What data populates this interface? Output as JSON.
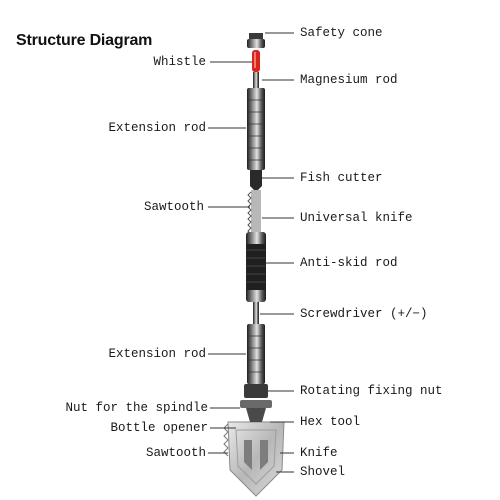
{
  "title": "Structure Diagram",
  "labels": {
    "safety_cone": "Safety cone",
    "whistle": "Whistle",
    "magnesium_rod": "Magnesium rod",
    "extension_rod_top": "Extension rod",
    "fish_cutter": "Fish cutter",
    "sawtooth_top": "Sawtooth",
    "universal_knife": "Universal knife",
    "anti_skid_rod": "Anti-skid rod",
    "screwdriver": "Screwdriver (+/−)",
    "extension_rod_bottom": "Extension rod",
    "rotating_fixing_nut": "Rotating fixing nut",
    "nut_for_spindle": "Nut for the spindle",
    "hex_tool": "Hex tool",
    "bottle_opener": "Bottle opener",
    "sawtooth_bottom": "Sawtooth",
    "knife": "Knife",
    "shovel": "Shovel"
  },
  "colors": {
    "metal_dark": "#2b2b2b",
    "metal_mid": "#6e6e6e",
    "metal_light": "#c9c9c9",
    "whistle_red": "#d4261d",
    "leader_line": "#333333"
  }
}
